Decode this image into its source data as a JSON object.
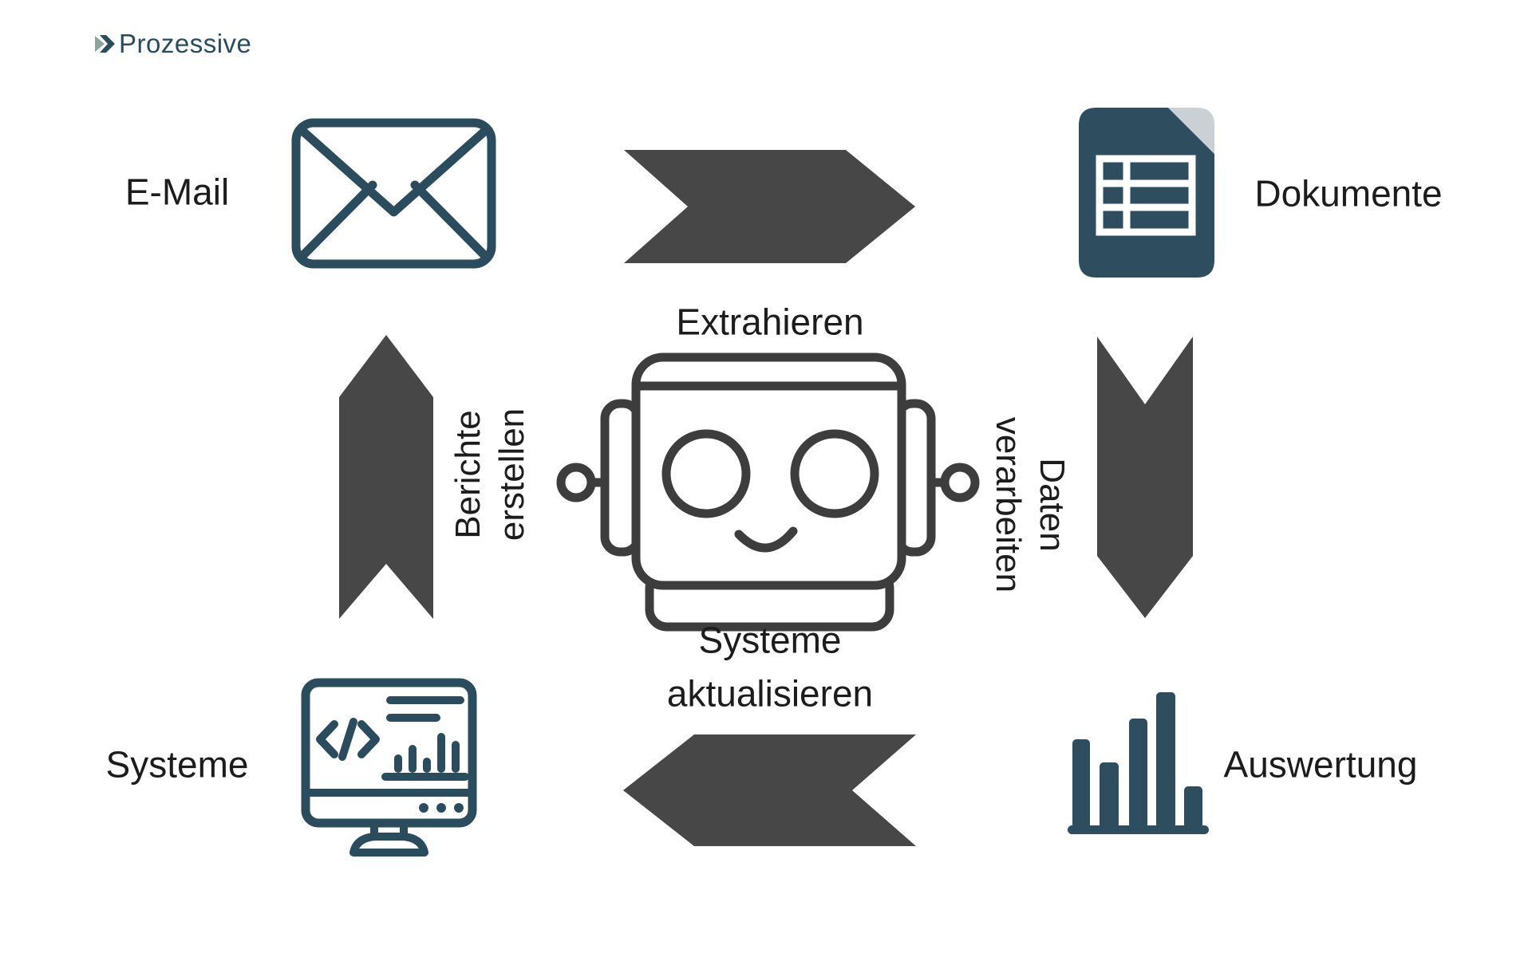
{
  "logo": {
    "text": "Prozessive"
  },
  "colors": {
    "teal": "#2b4c5d",
    "document_fill": "#2e4d5f",
    "fold_gray": "#cbd0d4",
    "arrow_gray": "#474747",
    "robot_gray": "#3d3d3d",
    "label_text": "#1c1c1c",
    "logo_accent": "#8fa39b",
    "background": "#ffffff"
  },
  "nodes": {
    "email": {
      "label": "E-Mail"
    },
    "documents": {
      "label": "Dokumente"
    },
    "systems": {
      "label": "Systeme"
    },
    "analysis": {
      "label": "Auswertung"
    }
  },
  "steps": {
    "extract": {
      "label": "Extrahieren"
    },
    "process_data": {
      "line1": "Daten",
      "line2": "verarbeiten"
    },
    "update_systems": {
      "line1": "Systeme",
      "line2": "aktualisieren"
    },
    "create_reports": {
      "line1": "Berichte",
      "line2": "erstellen"
    }
  }
}
